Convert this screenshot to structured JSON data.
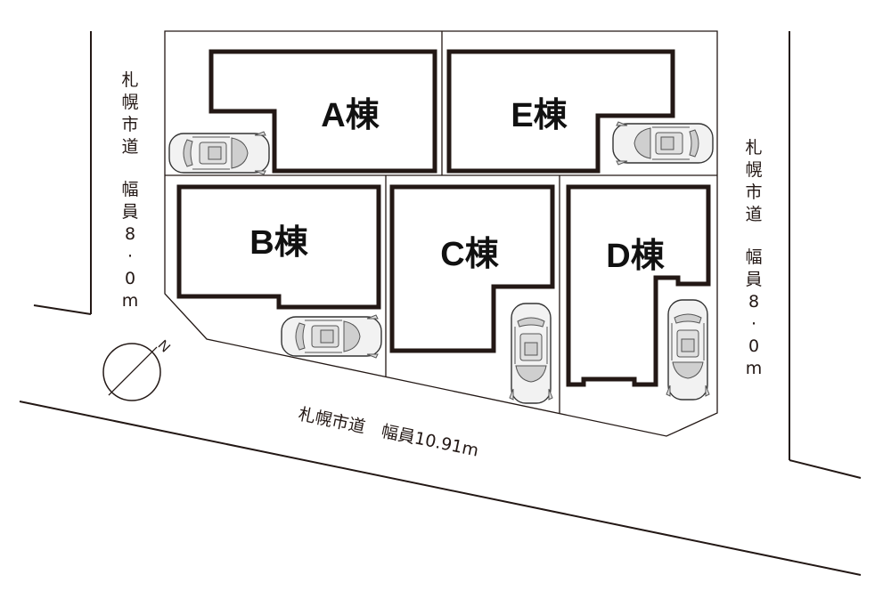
{
  "roads": {
    "left": [
      "札",
      "幌",
      "市",
      "道",
      "幅",
      "員",
      "8",
      "·",
      "0",
      "m"
    ],
    "right": [
      "札",
      "幌",
      "市",
      "道",
      "幅",
      "員",
      "8",
      "·",
      "0",
      "m"
    ],
    "bottom": "札幌市道　幅員10.91m"
  },
  "buildings": {
    "a": "A棟",
    "b": "B棟",
    "c": "C棟",
    "d": "D棟",
    "e": "E棟"
  },
  "compass": {
    "north": "N"
  },
  "icons": {
    "car": "car-top-view-icon",
    "compass": "north-arrow-icon"
  },
  "colors": {
    "line": "#231815",
    "background": "#ffffff"
  }
}
